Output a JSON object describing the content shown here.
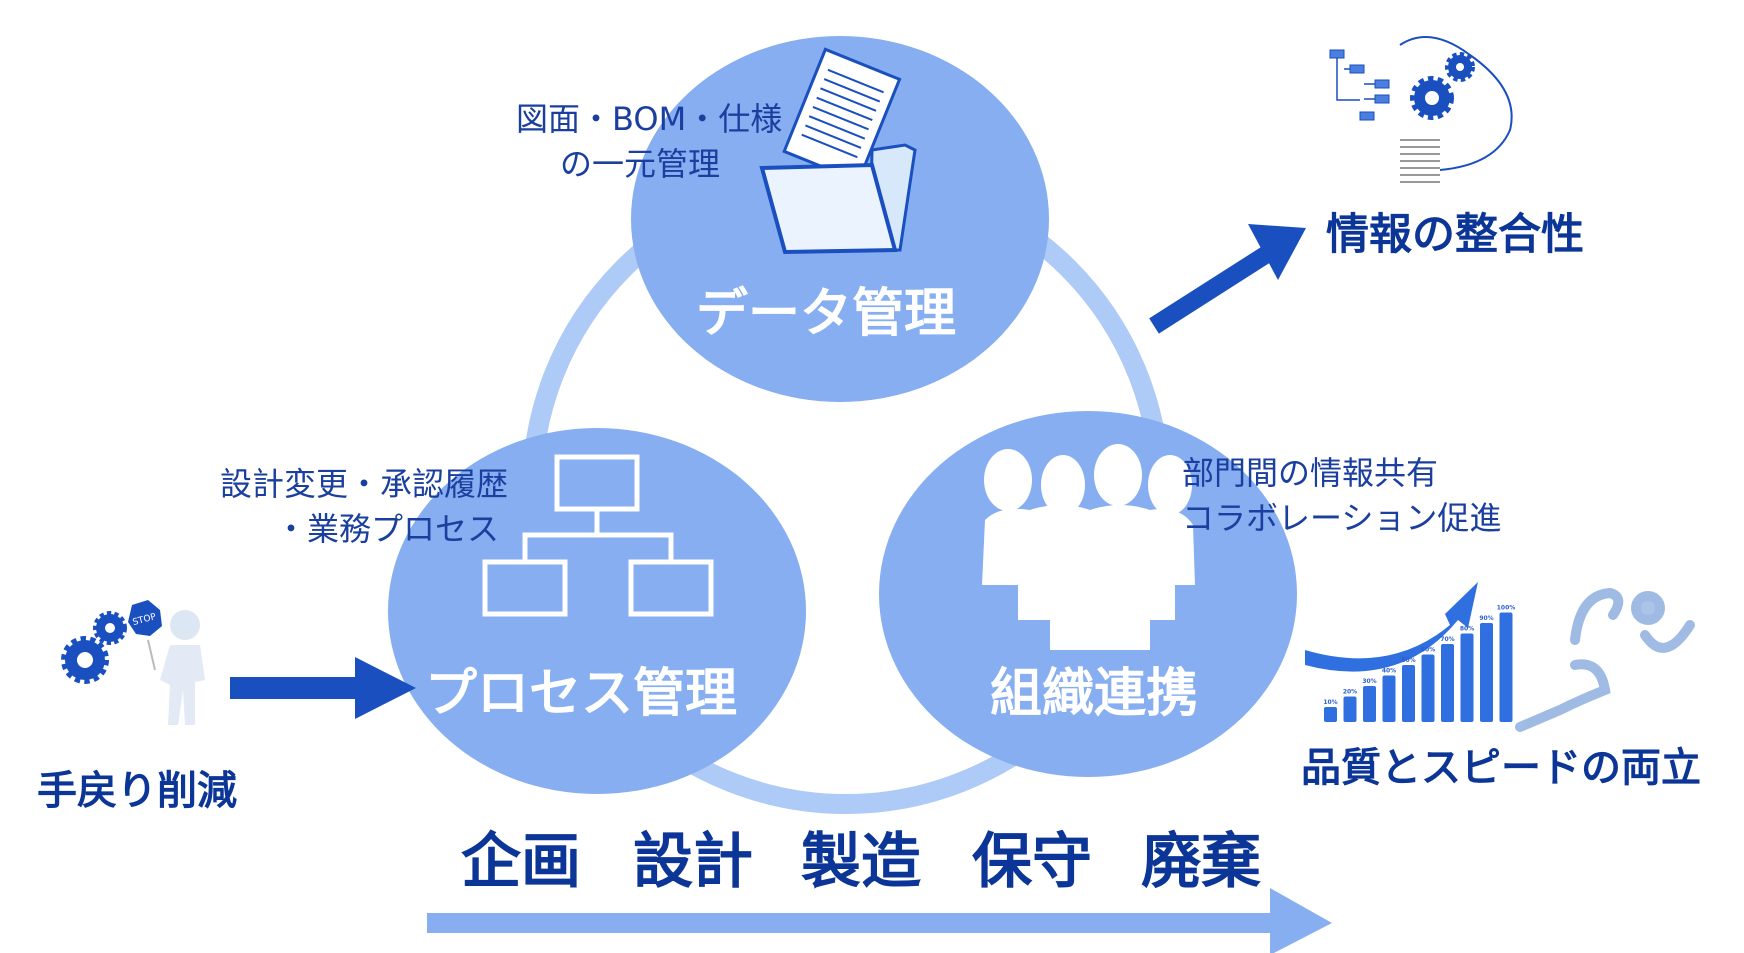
{
  "hub": {
    "data_management": {
      "title": "データ管理",
      "note_line1": "図面・BOM・仕様",
      "note_line2": "の一元管理"
    },
    "process_management": {
      "title": "プロセス管理",
      "note_line1": "設計変更・承認履歴",
      "note_line2": "・業務プロセス"
    },
    "org_collaboration": {
      "title": "組織連携",
      "note_line1": "部門間の情報共有",
      "note_line2": "コラボレーション促進"
    }
  },
  "outcomes": {
    "consistency": "情報の整合性",
    "quality_speed": "品質とスピードの両立",
    "rework_reduction": "手戻り削減"
  },
  "lifecycle": [
    "企画",
    "設計",
    "製造",
    "保守",
    "廃棄"
  ],
  "growth_chart_labels": [
    "10%",
    "20%",
    "30%",
    "40%",
    "50%",
    "60%",
    "70%",
    "80%",
    "90%",
    "100%"
  ],
  "stop_sign": "STOP",
  "colors": {
    "circle": "#86aef0",
    "ring": "#aecaf6",
    "text_dark": "#0b3596",
    "arrow": "#1a4fbf",
    "lifecycle_arrow": "#86aef0"
  }
}
